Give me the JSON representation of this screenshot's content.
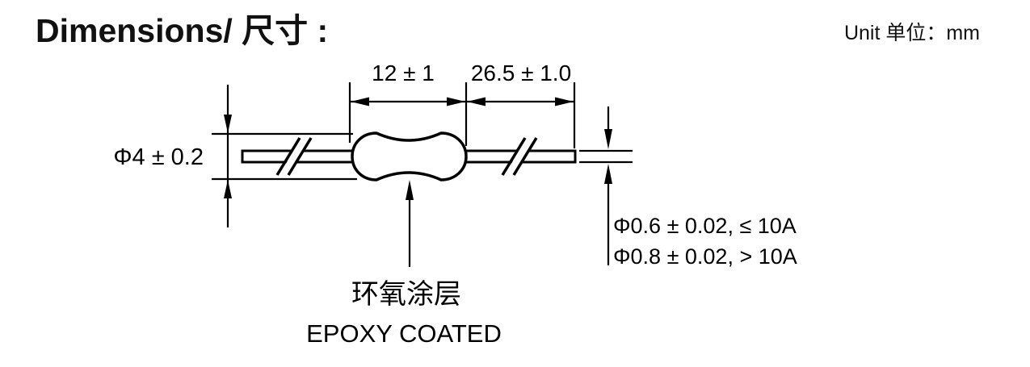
{
  "header": {
    "title": "Dimensions/ 尺寸 :",
    "unit_label": "Unit 单位：mm"
  },
  "drawing": {
    "dims": {
      "body_length": "12 ± 1",
      "lead_length": "26.5 ± 1.0",
      "body_diameter": "Φ4 ± 0.2",
      "lead_diameter_le_10a": "Φ0.6 ± 0.02, ≤ 10A",
      "lead_diameter_gt_10a": "Φ0.8 ± 0.02, > 10A"
    },
    "coating": {
      "label_cn": "环氧涂层",
      "label_en": "EPOXY COATED"
    },
    "colors": {
      "line": "#000000",
      "fill": "#ffffff"
    }
  }
}
